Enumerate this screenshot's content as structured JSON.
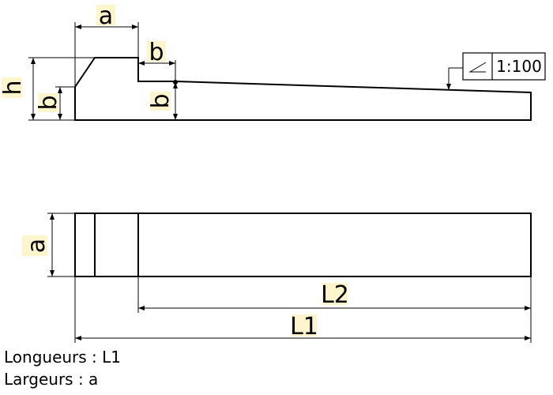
{
  "dimensions": {
    "a": "a",
    "b": "b",
    "h": "h",
    "L1": "L1",
    "L2": "L2"
  },
  "taper": {
    "ratio": "1:100"
  },
  "captions": {
    "lengths": "Longueurs : L1",
    "widths": "Largeurs : a"
  }
}
